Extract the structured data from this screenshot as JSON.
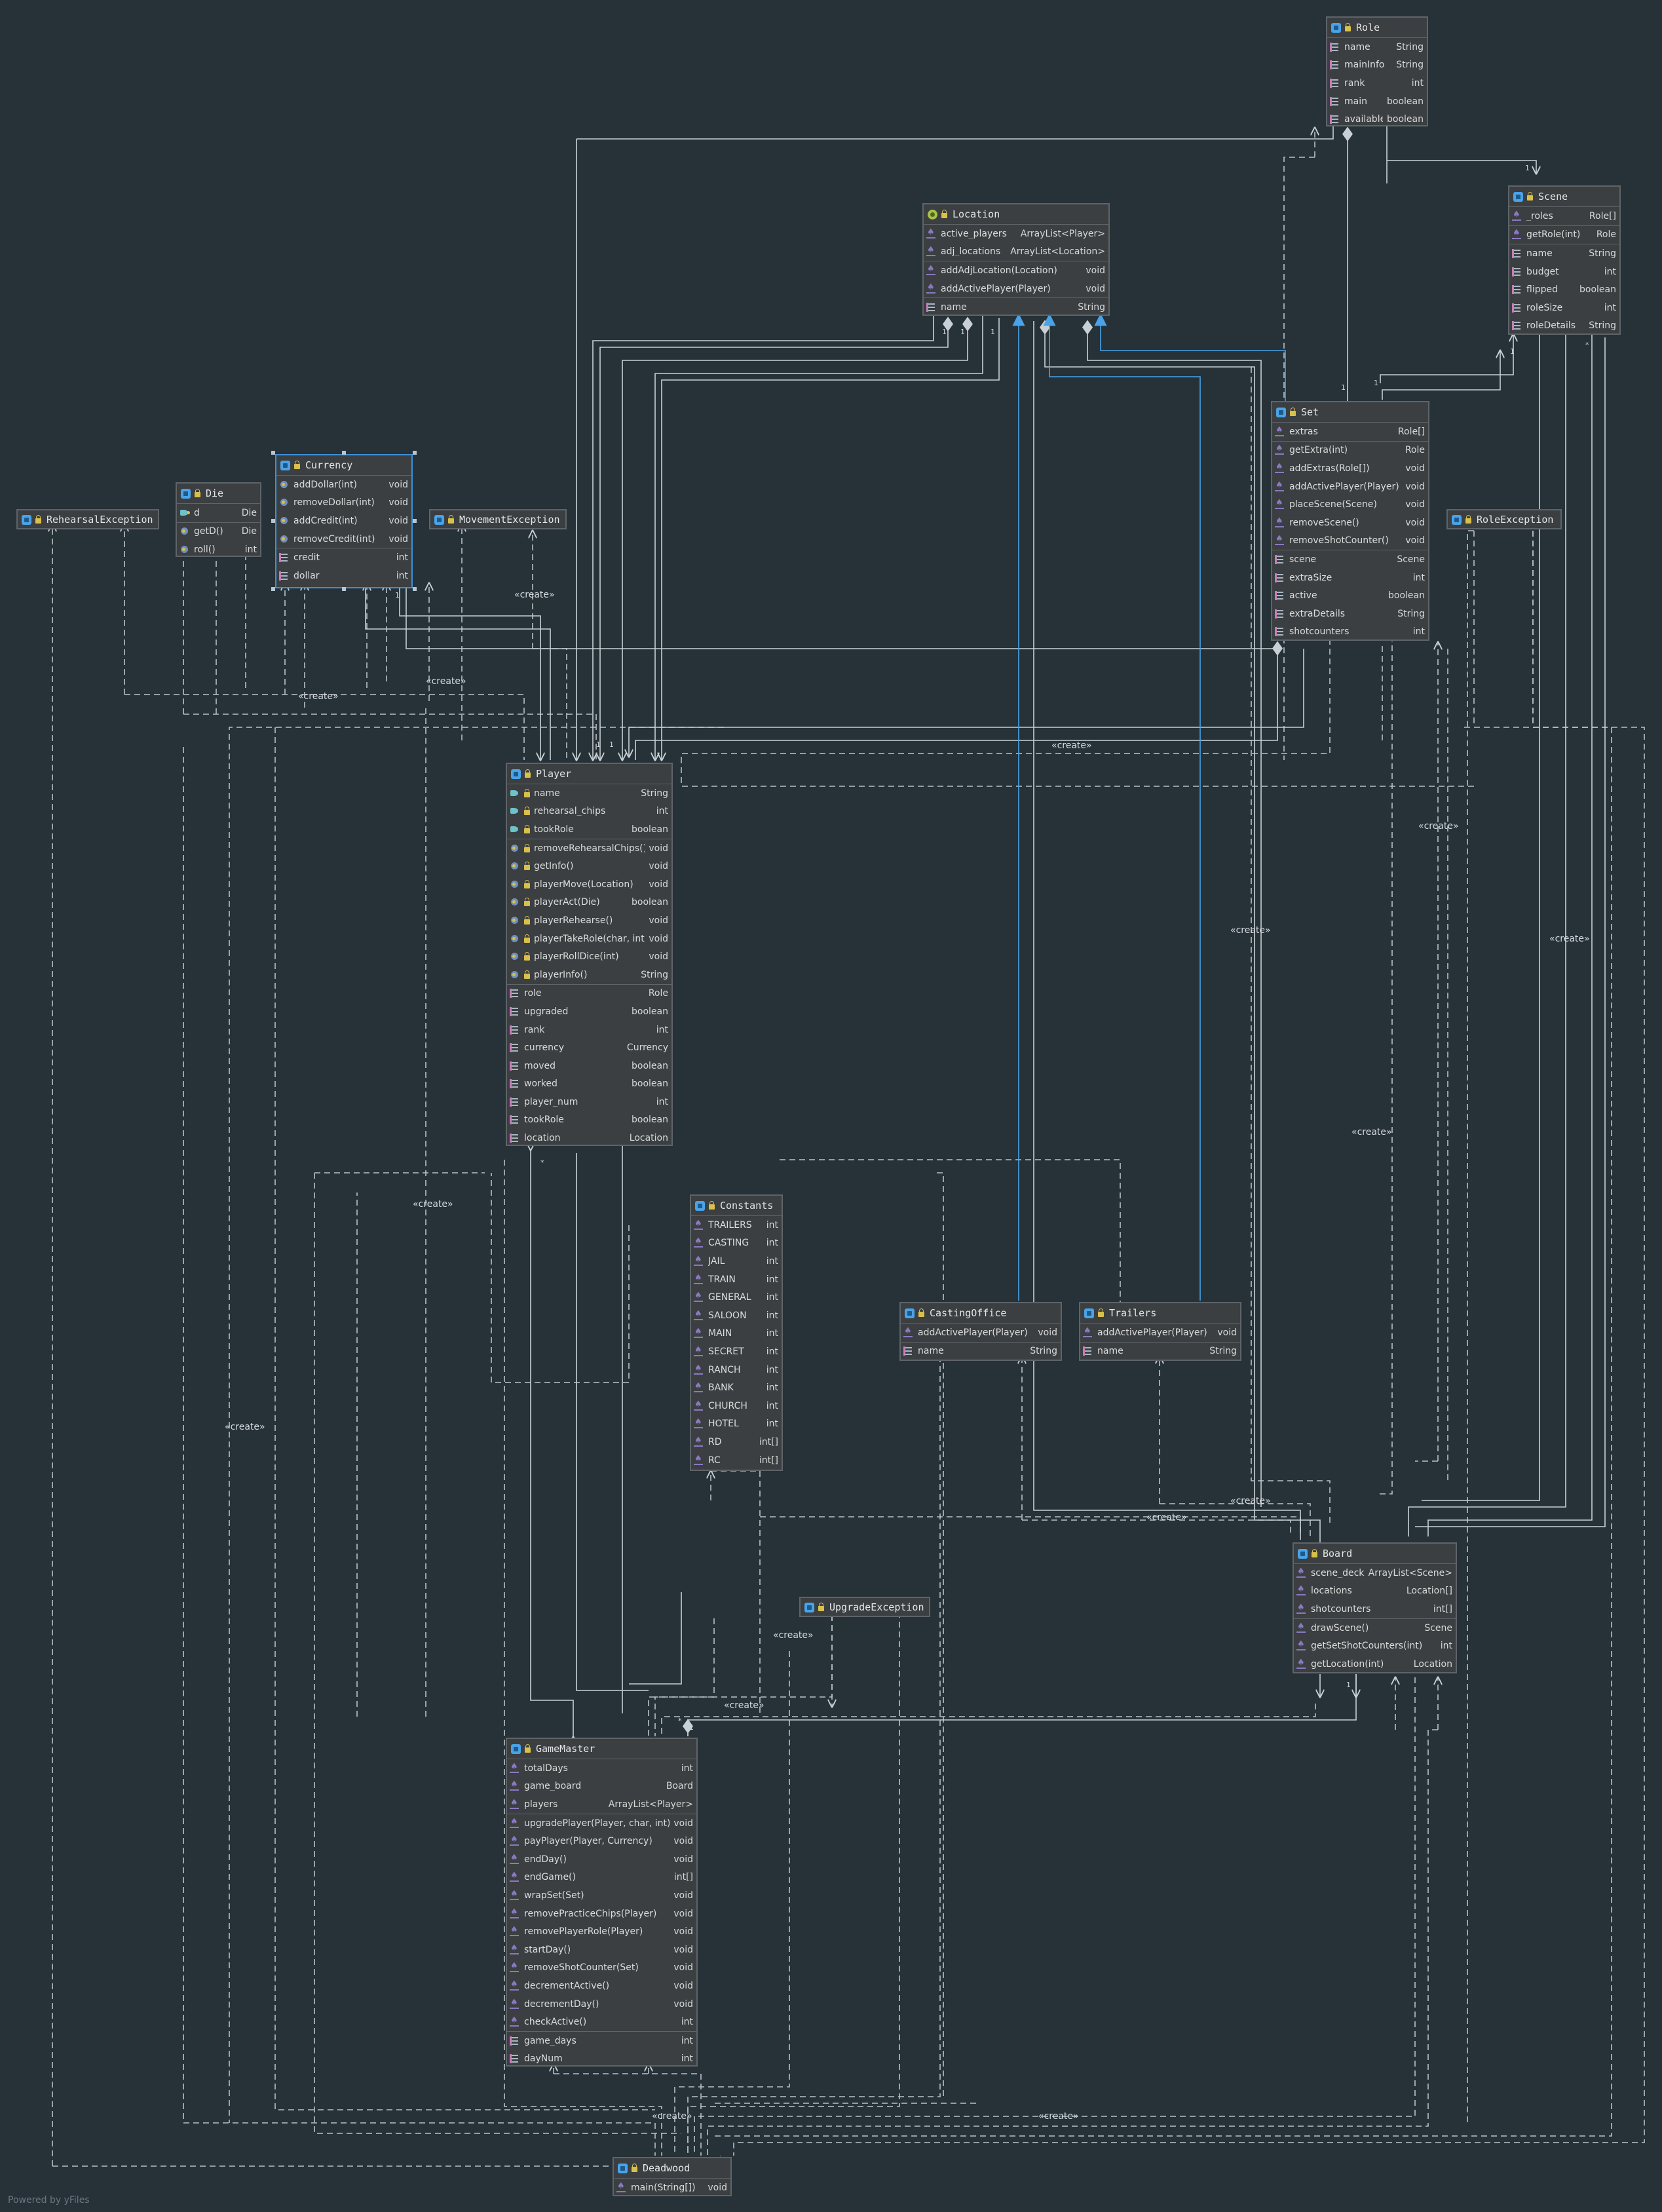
{
  "footer": "Powered by yFiles",
  "create_label": "«create»",
  "classes": {
    "role": {
      "title": "Role",
      "fields": [
        {
          "name": "name",
          "type": "String"
        },
        {
          "name": "mainInfo",
          "type": "String"
        },
        {
          "name": "rank",
          "type": "int"
        },
        {
          "name": "main",
          "type": "boolean"
        },
        {
          "name": "available",
          "type": "boolean"
        }
      ]
    },
    "location": {
      "title": "Location",
      "fields": [
        {
          "name": "active_players",
          "type": "ArrayList<Player>"
        },
        {
          "name": "adj_locations",
          "type": "ArrayList<Location>"
        }
      ],
      "methods": [
        {
          "name": "addAdjLocation(Location)",
          "type": "void"
        },
        {
          "name": "addActivePlayer(Player)",
          "type": "void"
        }
      ],
      "props": [
        {
          "name": "name",
          "type": "String"
        }
      ]
    },
    "scene": {
      "title": "Scene",
      "fields": [
        {
          "name": "_roles",
          "type": "Role[]"
        }
      ],
      "methods": [
        {
          "name": "getRole(int)",
          "type": "Role"
        }
      ],
      "props": [
        {
          "name": "name",
          "type": "String"
        },
        {
          "name": "budget",
          "type": "int"
        },
        {
          "name": "flipped",
          "type": "boolean"
        },
        {
          "name": "roleSize",
          "type": "int"
        },
        {
          "name": "roleDetails",
          "type": "String"
        }
      ]
    },
    "set": {
      "title": "Set",
      "fields": [
        {
          "name": "extras",
          "type": "Role[]"
        }
      ],
      "methods": [
        {
          "name": "getExtra(int)",
          "type": "Role"
        },
        {
          "name": "addExtras(Role[])",
          "type": "void"
        },
        {
          "name": "addActivePlayer(Player)",
          "type": "void"
        },
        {
          "name": "placeScene(Scene)",
          "type": "void"
        },
        {
          "name": "removeScene()",
          "type": "void"
        },
        {
          "name": "removeShotCounter()",
          "type": "void"
        }
      ],
      "props": [
        {
          "name": "scene",
          "type": "Scene"
        },
        {
          "name": "extraSize",
          "type": "int"
        },
        {
          "name": "active",
          "type": "boolean"
        },
        {
          "name": "extraDetails",
          "type": "String"
        },
        {
          "name": "shotcounters",
          "type": "int"
        }
      ]
    },
    "currency": {
      "title": "Currency",
      "methods": [
        {
          "name": "addDollar(int)",
          "type": "void"
        },
        {
          "name": "removeDollar(int)",
          "type": "void"
        },
        {
          "name": "addCredit(int)",
          "type": "void"
        },
        {
          "name": "removeCredit(int)",
          "type": "void"
        }
      ],
      "props": [
        {
          "name": "credit",
          "type": "int"
        },
        {
          "name": "dollar",
          "type": "int"
        }
      ]
    },
    "die": {
      "title": "Die",
      "fields": [
        {
          "name": "d",
          "type": "Die"
        }
      ],
      "methods": [
        {
          "name": "getD()",
          "type": "Die"
        },
        {
          "name": "roll()",
          "type": "int"
        }
      ]
    },
    "rehearsal_exception": {
      "title": "RehearsalException"
    },
    "movement_exception": {
      "title": "MovementException"
    },
    "role_exception": {
      "title": "RoleException"
    },
    "upgrade_exception": {
      "title": "UpgradeException"
    },
    "player": {
      "title": "Player",
      "fields": [
        {
          "name": "name",
          "type": "String"
        },
        {
          "name": "rehearsal_chips",
          "type": "int"
        },
        {
          "name": "tookRole",
          "type": "boolean"
        }
      ],
      "methods": [
        {
          "name": "removeRehearsalChips()",
          "type": "void"
        },
        {
          "name": "getInfo()",
          "type": "void"
        },
        {
          "name": "playerMove(Location)",
          "type": "void"
        },
        {
          "name": "playerAct(Die)",
          "type": "boolean"
        },
        {
          "name": "playerRehearse()",
          "type": "void"
        },
        {
          "name": "playerTakeRole(char, int)",
          "type": "void"
        },
        {
          "name": "playerRollDice(int)",
          "type": "void"
        },
        {
          "name": "playerInfo()",
          "type": "String"
        }
      ],
      "props": [
        {
          "name": "role",
          "type": "Role"
        },
        {
          "name": "upgraded",
          "type": "boolean"
        },
        {
          "name": "rank",
          "type": "int"
        },
        {
          "name": "currency",
          "type": "Currency"
        },
        {
          "name": "moved",
          "type": "boolean"
        },
        {
          "name": "worked",
          "type": "boolean"
        },
        {
          "name": "player_num",
          "type": "int"
        },
        {
          "name": "tookRole",
          "type": "boolean"
        },
        {
          "name": "location",
          "type": "Location"
        }
      ]
    },
    "constants": {
      "title": "Constants",
      "fields": [
        {
          "name": "TRAILERS",
          "type": "int"
        },
        {
          "name": "CASTING",
          "type": "int"
        },
        {
          "name": "JAIL",
          "type": "int"
        },
        {
          "name": "TRAIN",
          "type": "int"
        },
        {
          "name": "GENERAL",
          "type": "int"
        },
        {
          "name": "SALOON",
          "type": "int"
        },
        {
          "name": "MAIN",
          "type": "int"
        },
        {
          "name": "SECRET",
          "type": "int"
        },
        {
          "name": "RANCH",
          "type": "int"
        },
        {
          "name": "BANK",
          "type": "int"
        },
        {
          "name": "CHURCH",
          "type": "int"
        },
        {
          "name": "HOTEL",
          "type": "int"
        },
        {
          "name": "RD",
          "type": "int[]"
        },
        {
          "name": "RC",
          "type": "int[]"
        }
      ]
    },
    "casting_office": {
      "title": "CastingOffice",
      "methods": [
        {
          "name": "addActivePlayer(Player)",
          "type": "void"
        }
      ],
      "props": [
        {
          "name": "name",
          "type": "String"
        }
      ]
    },
    "trailers": {
      "title": "Trailers",
      "methods": [
        {
          "name": "addActivePlayer(Player)",
          "type": "void"
        }
      ],
      "props": [
        {
          "name": "name",
          "type": "String"
        }
      ]
    },
    "board": {
      "title": "Board",
      "fields": [
        {
          "name": "scene_deck",
          "type": "ArrayList<Scene>"
        },
        {
          "name": "locations",
          "type": "Location[]"
        },
        {
          "name": "shotcounters",
          "type": "int[]"
        }
      ],
      "methods": [
        {
          "name": "drawScene()",
          "type": "Scene"
        },
        {
          "name": "getSetShotCounters(int)",
          "type": "int"
        },
        {
          "name": "getLocation(int)",
          "type": "Location"
        }
      ]
    },
    "game_master": {
      "title": "GameMaster",
      "fields": [
        {
          "name": "totalDays",
          "type": "int"
        },
        {
          "name": "game_board",
          "type": "Board"
        },
        {
          "name": "players",
          "type": "ArrayList<Player>"
        }
      ],
      "methods": [
        {
          "name": "upgradePlayer(Player, char, int)",
          "type": "void"
        },
        {
          "name": "payPlayer(Player, Currency)",
          "type": "void"
        },
        {
          "name": "endDay()",
          "type": "void"
        },
        {
          "name": "endGame()",
          "type": "int[]"
        },
        {
          "name": "wrapSet(Set)",
          "type": "void"
        },
        {
          "name": "removePracticeChips(Player)",
          "type": "void"
        },
        {
          "name": "removePlayerRole(Player)",
          "type": "void"
        },
        {
          "name": "startDay()",
          "type": "void"
        },
        {
          "name": "removeShotCounter(Set)",
          "type": "void"
        },
        {
          "name": "decrementActive()",
          "type": "void"
        },
        {
          "name": "decrementDay()",
          "type": "void"
        },
        {
          "name": "checkActive()",
          "type": "int"
        }
      ],
      "props": [
        {
          "name": "game_days",
          "type": "int"
        },
        {
          "name": "dayNum",
          "type": "int"
        }
      ]
    },
    "deadwood": {
      "title": "Deadwood",
      "methods": [
        {
          "name": "main(String[])",
          "type": "void"
        }
      ]
    }
  }
}
